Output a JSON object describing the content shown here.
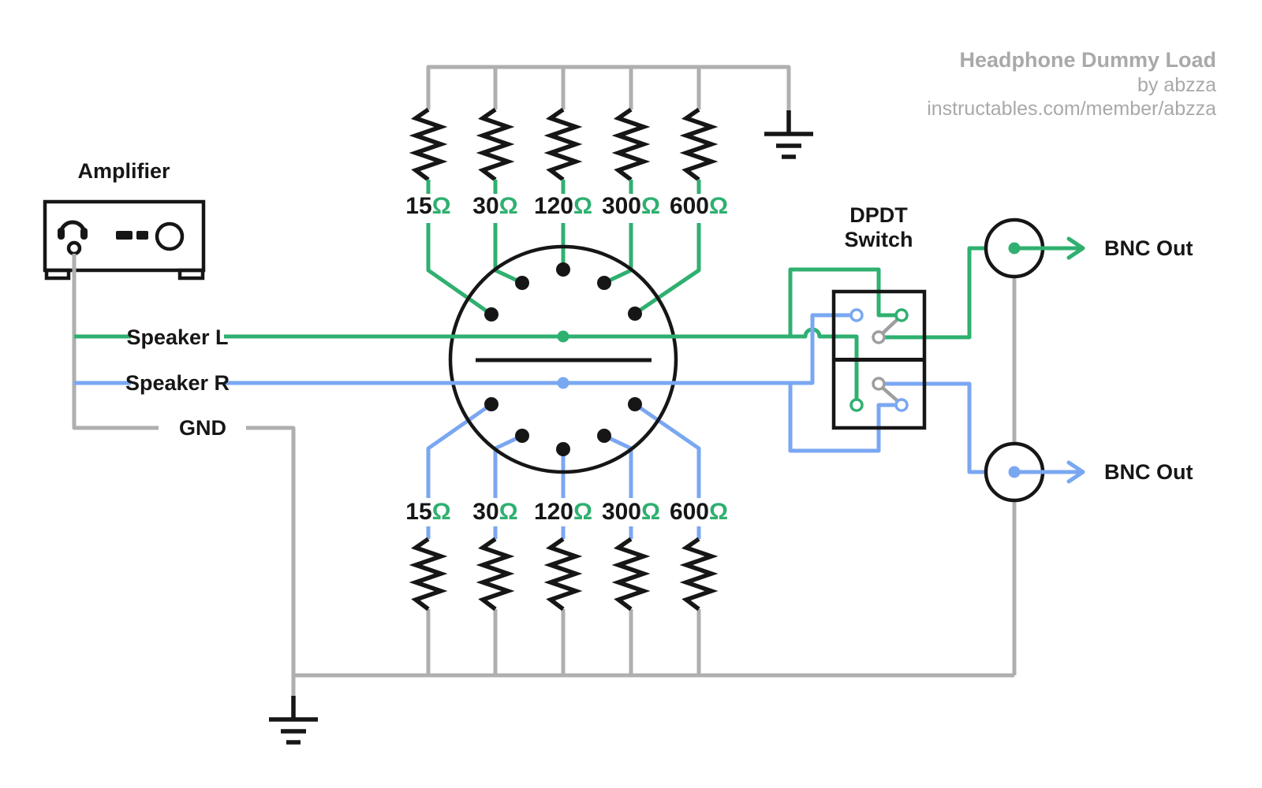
{
  "title_block": {
    "line1": "Headphone Dummy Load",
    "line2": "by abzza",
    "line3": "instructables.com/member/abzza"
  },
  "labels": {
    "amplifier": "Amplifier",
    "speaker_l": "Speaker L",
    "speaker_r": "Speaker R",
    "gnd": "GND",
    "dpdt_line1": "DPDT",
    "dpdt_line2": "Switch",
    "bnc_top": "BNC Out",
    "bnc_bottom": "BNC Out"
  },
  "resistor_values": [
    {
      "value": "15",
      "unit": "Ω"
    },
    {
      "value": "30",
      "unit": "Ω"
    },
    {
      "value": "120",
      "unit": "Ω"
    },
    {
      "value": "300",
      "unit": "Ω"
    },
    {
      "value": "600",
      "unit": "Ω"
    }
  ],
  "colors": {
    "speaker_l_green": "#2fb070",
    "speaker_r_blue": "#7aa7f2",
    "ground_gray": "#afafaf",
    "title_gray": "#a9a9a9",
    "ink_black": "#161616"
  }
}
